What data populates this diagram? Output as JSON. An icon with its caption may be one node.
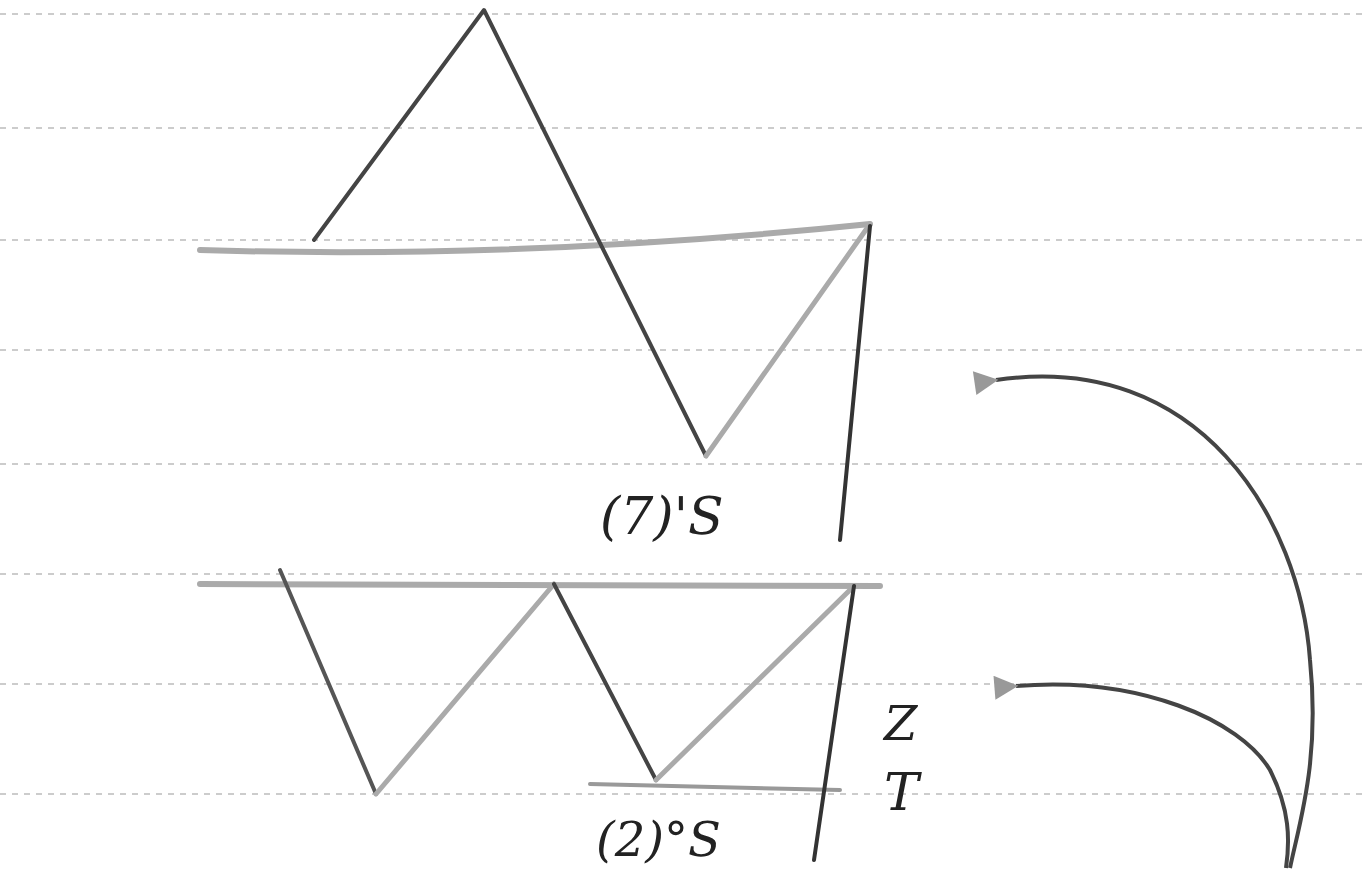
{
  "diagram": {
    "labels": [
      "(7)'S",
      "Z",
      "T",
      "(2)°S"
    ]
  }
}
